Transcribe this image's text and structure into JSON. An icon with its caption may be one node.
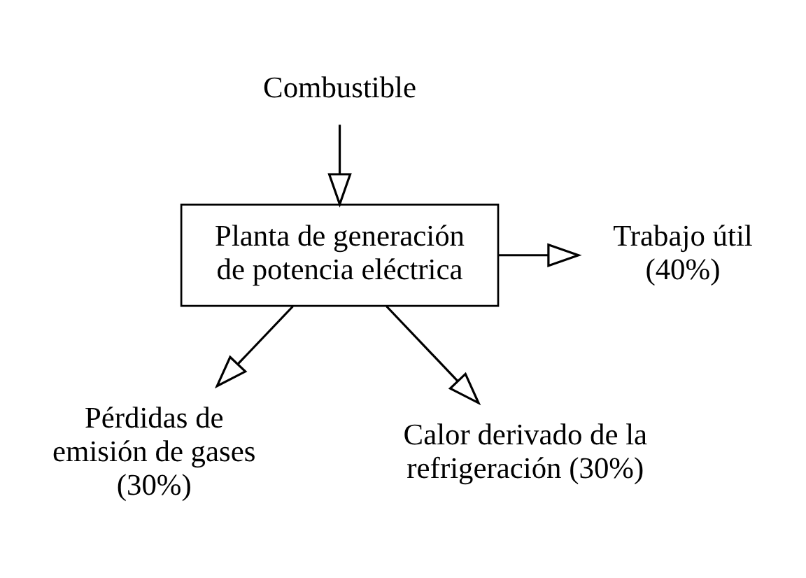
{
  "diagram": {
    "nodes": [
      {
        "text": [
          "Combustible"
        ]
      },
      {
        "text": [
          "Planta de generación de potencia eléctrica"
        ]
      },
      {
        "text": [
          "Trabajo útil (40%)"
        ]
      },
      {
        "text": [
          "Pérdidas de emisión de gases (30%)"
        ]
      },
      {
        "text": [
          "Calor derivado de la refrigeración (30%)"
        ]
      }
    ],
    "edges": [
      {
        "from": 0,
        "to": 1,
        "arrow": "to"
      },
      {
        "from": 1,
        "to": 2,
        "arrow": "to"
      },
      {
        "from": 1,
        "to": 3,
        "arrow": "to"
      },
      {
        "from": 1,
        "to": 4,
        "arrow": "to"
      }
    ]
  }
}
